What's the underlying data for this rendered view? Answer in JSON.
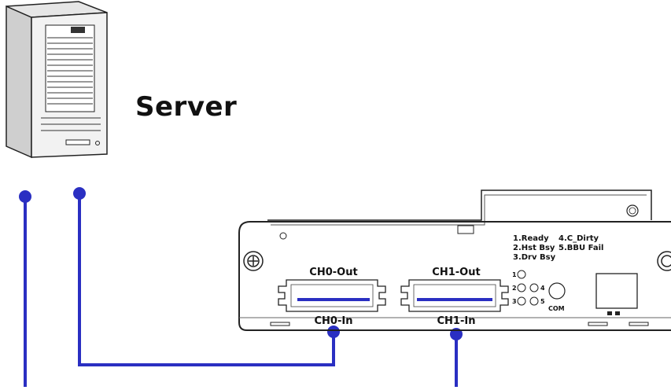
{
  "server": {
    "label": "Server"
  },
  "ports": {
    "ch0_out": "CH0-Out",
    "ch0_in": "CH0-In",
    "ch1_out": "CH1-Out",
    "ch1_in": "CH1-In"
  },
  "led_legend": {
    "line1_left": "1.Ready",
    "line1_right": "4.C_Dirty",
    "line2_left": "2.Hst Bsy",
    "line2_right": "5.BBU Fail",
    "line3_left": "3.Drv Bsy"
  },
  "led_numbers": [
    "1",
    "2",
    "3",
    "4",
    "5"
  ],
  "com_label": "COM",
  "colors": {
    "cable": "#2a2fc2",
    "outline": "#222222"
  }
}
